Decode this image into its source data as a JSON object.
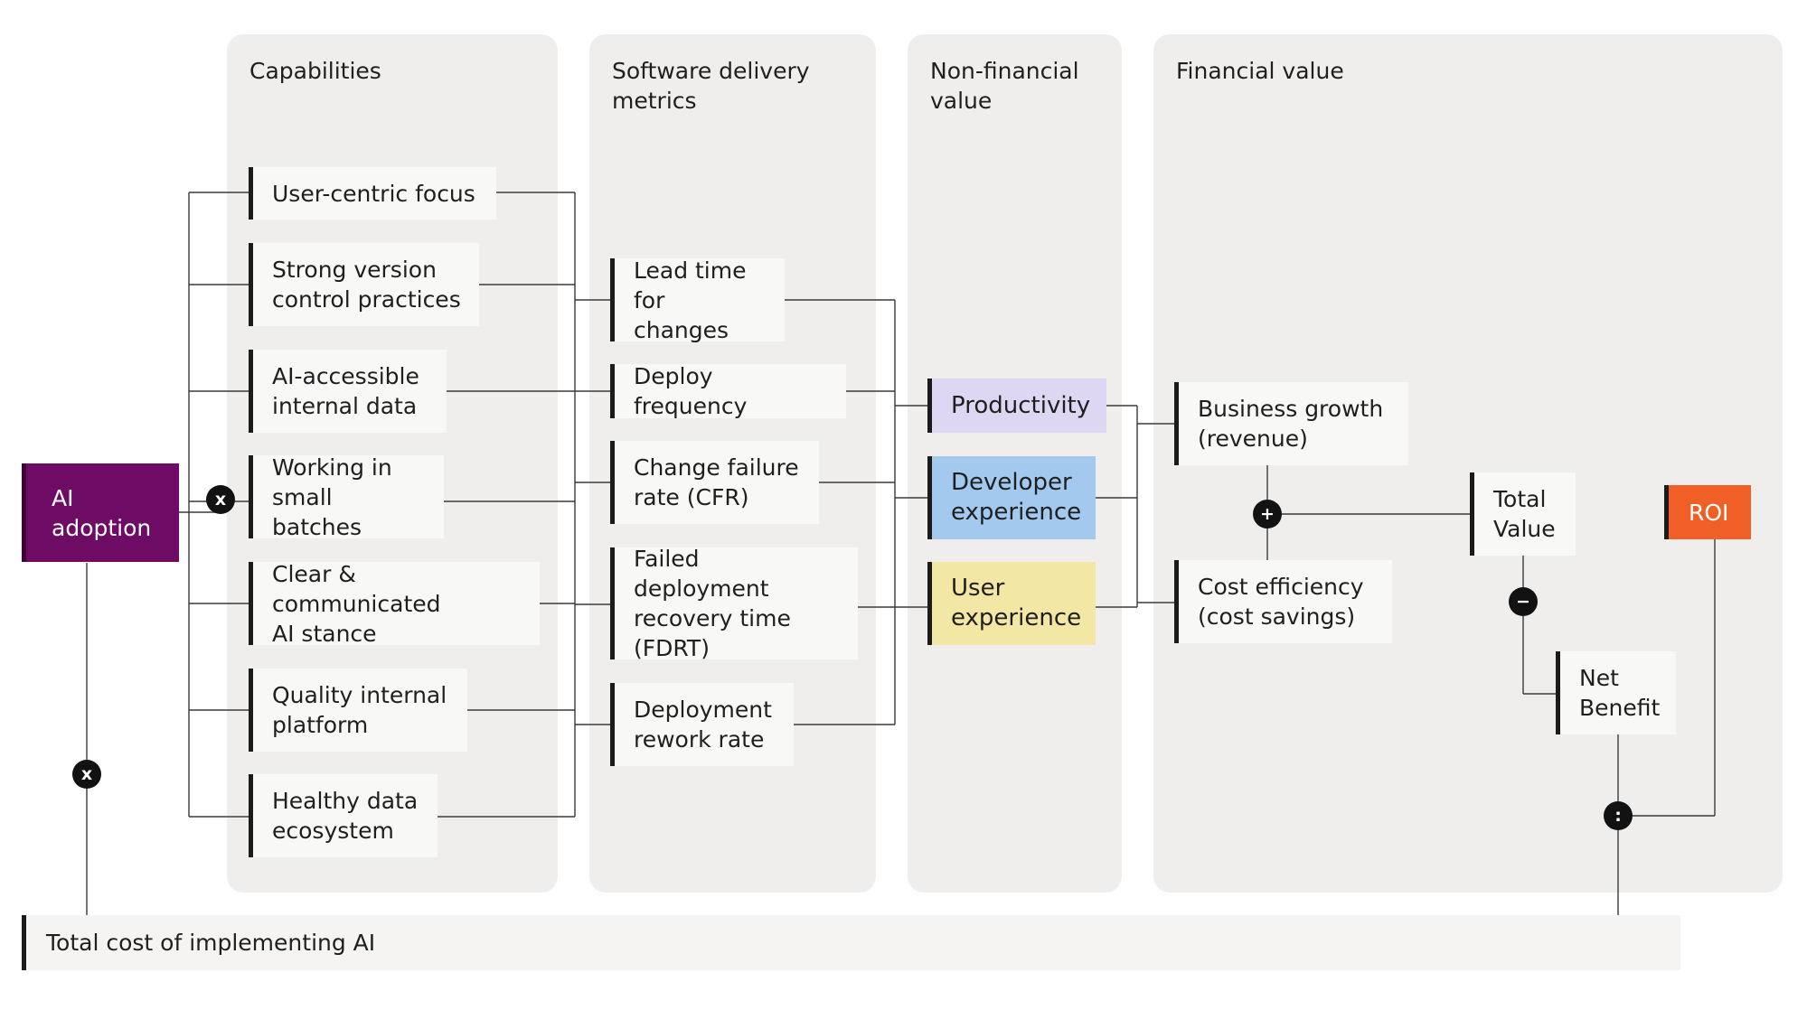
{
  "panels": {
    "capabilities": "Capabilities",
    "software_delivery": "Software delivery\nmetrics",
    "non_financial": "Non-financial\nvalue",
    "financial": "Financial value"
  },
  "ai_adoption": "AI\nadoption",
  "capabilities": [
    "User-centric focus",
    "Strong version\ncontrol practices",
    "AI-accessible\ninternal data",
    "Working in\nsmall batches",
    "Clear & communicated\nAI stance",
    "Quality internal\nplatform",
    "Healthy data\necosystem"
  ],
  "metrics": [
    "Lead time\nfor changes",
    "Deploy frequency",
    "Change failure\nrate (CFR)",
    "Failed deployment\nrecovery time\n(FDRT)",
    "Deployment\nrework rate"
  ],
  "non_financial": {
    "productivity": "Productivity",
    "developer_experience": "Developer\nexperience",
    "user_experience": "User\nexperience"
  },
  "financial": {
    "business_growth": "Business growth\n(revenue)",
    "cost_efficiency": "Cost efficiency\n(cost savings)",
    "total_value": "Total\nValue",
    "net_benefit": "Net\nBenefit",
    "roi": "ROI"
  },
  "total_cost": "Total cost of implementing AI",
  "operators": {
    "multiply": "x",
    "plus": "+",
    "minus": "−",
    "divide": ":"
  },
  "colors": {
    "ai_adoption": "#6e0b64",
    "productivity": "#ddd7f4",
    "developer_experience": "#a3c9ee",
    "user_experience": "#f3e7a6",
    "roi": "#f06026",
    "panel": "#f0eeec"
  }
}
